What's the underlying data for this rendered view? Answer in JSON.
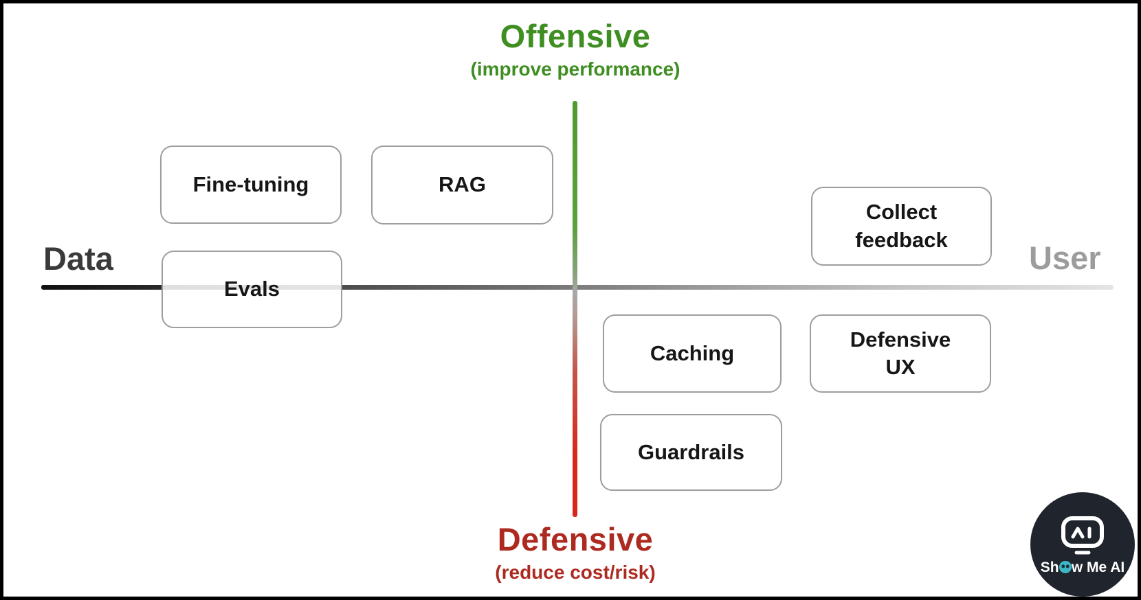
{
  "diagram": {
    "axes": {
      "top": {
        "title": "Offensive",
        "subtitle": "(improve performance)",
        "color": "#3f8e22"
      },
      "bottom": {
        "title": "Defensive",
        "subtitle": "(reduce cost/risk)",
        "color": "#ad2a20"
      },
      "left": {
        "label": "Data",
        "color": "#3a3a3a"
      },
      "right": {
        "label": "User",
        "color": "#9c9c9c"
      }
    },
    "axis_colors": {
      "horizontal_start": "#101010",
      "horizontal_end": "#e4e4e4",
      "vertical_top": "#4f9c2e",
      "vertical_bottom": "#d7281c"
    },
    "nodes": [
      {
        "id": "fine-tuning",
        "label": "Fine-tuning",
        "quadrant": "top-left"
      },
      {
        "id": "rag",
        "label": "RAG",
        "quadrant": "top-left"
      },
      {
        "id": "evals",
        "label": "Evals",
        "quadrant": "left-on-axis"
      },
      {
        "id": "collect-feedback",
        "label": "Collect\nfeedback",
        "quadrant": "top-right"
      },
      {
        "id": "caching",
        "label": "Caching",
        "quadrant": "bottom-right"
      },
      {
        "id": "defensive-ux",
        "label": "Defensive\nUX",
        "quadrant": "bottom-right"
      },
      {
        "id": "guardrails",
        "label": "Guardrails",
        "quadrant": "bottom-right"
      }
    ]
  },
  "watermark": {
    "brand": "Show Me AI"
  }
}
